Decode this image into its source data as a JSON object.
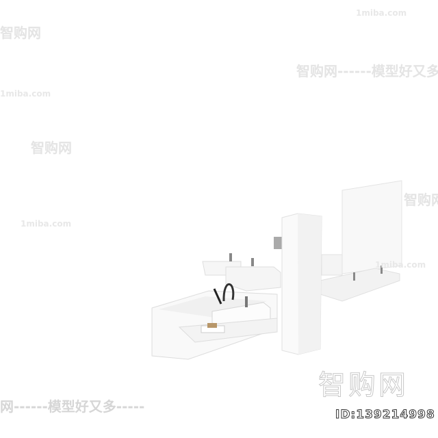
{
  "watermarks": {
    "site": "1miba.com",
    "brand": "智购网",
    "slogan": "智购网------模型好又多",
    "slogan_tail": "网------模型好又多-----",
    "id": "ID:139214998"
  },
  "scene": {
    "subject": "bathroom-fixtures-3d-model",
    "colors": {
      "fixture": "#f7f7f7",
      "shadow": "#e2e2e2",
      "metal": "#777777",
      "soap": "#b8976a"
    }
  }
}
